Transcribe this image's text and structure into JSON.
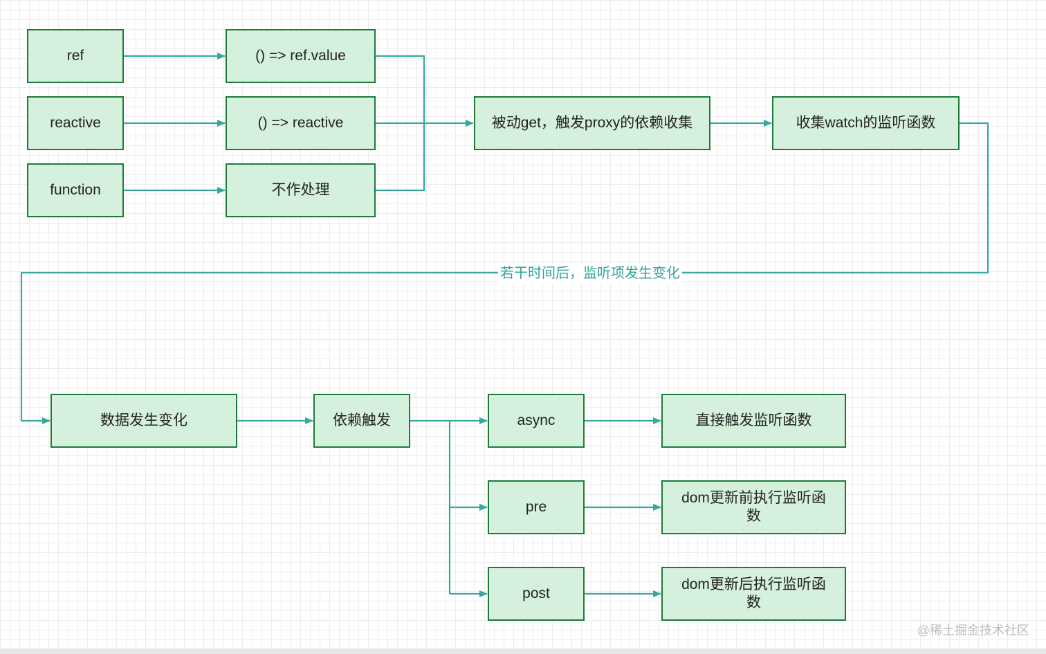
{
  "diagram": {
    "nodes": {
      "ref": "ref",
      "reactive": "reactive",
      "function": "function",
      "ref_getter": "() => ref.value",
      "reactive_getter": "() => reactive",
      "no_processing": "不作处理",
      "passive_get": "被动get，触发proxy的依赖收集",
      "collect_watch": "收集watch的监听函数",
      "data_change": "数据发生变化",
      "dep_trigger": "依赖触发",
      "async": "async",
      "pre": "pre",
      "post": "post",
      "direct_trigger": "直接触发监听函数",
      "before_dom_update": "dom更新前执行监听函数",
      "after_dom_update": "dom更新后执行监听函数"
    },
    "edge_label": "若干时间后，监听项发生变化"
  },
  "watermark": "@稀土掘金技术社区",
  "colors": {
    "node_fill": "#d5f0dc",
    "node_border": "#1d7a3a",
    "connector": "#36a89e",
    "label_text": "#2fa39a"
  }
}
